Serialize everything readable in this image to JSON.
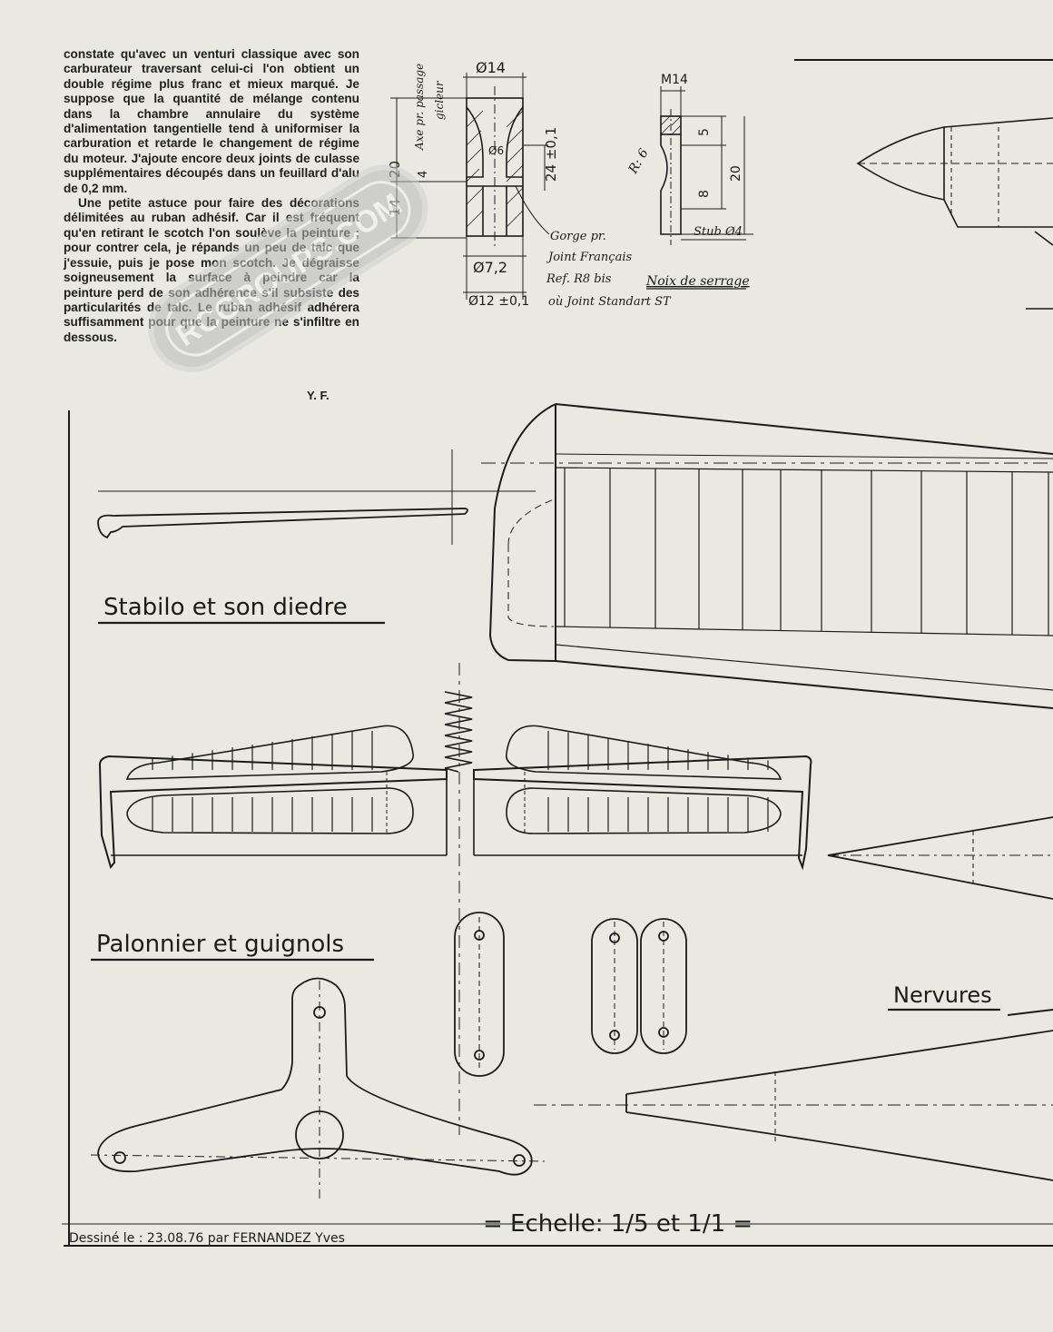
{
  "article": {
    "paragraphs": [
      "constate qu'avec un venturi classique avec son carburateur traversant celui-ci l'on obtient un double régime plus franc et mieux marqué. Je suppose que la quantité de mélange contenu dans la chambre annulaire du système d'alimentation tangentielle tend à uniformiser la carburation et retarde le changement de régime du moteur. J'ajoute encore deux joints de culasse supplémentaires découpés dans un feuillard d'alu de 0,2 mm.",
      "Une petite astuce pour faire des décorations délimitées au ruban adhésif. Car il est fréquent qu'en retirant le scotch l'on soulève la peinture ; pour contrer cela, je répands un peu de talc que j'essuie, puis je pose mon scotch. Je dégraisse soigneusement la surface à peindre car la peinture perd de son adhérence s'il subsiste des particularités de talc. Le ruban adhésif adhérera suffisamment pour que la peinture ne s'infiltre en dessous."
    ],
    "signature": "Y. F."
  },
  "drawing": {
    "titles": {
      "stabilo": "Stabilo et son diedre",
      "palonnier": "Palonnier et guignols",
      "nervures": "Nervures",
      "scale": "= Echelle: 1/5 et 1/1 ="
    },
    "credit": "Dessiné le : 23.08.76 par FERNANDEZ Yves",
    "gicleur_part": {
      "dim_top": "Ø14",
      "dim_mid": "Ø6",
      "dim_bottom_1": "Ø7,2",
      "dim_bottom_2": "Ø12 ±0,1",
      "dim_height_1": "20",
      "dim_height_2": "14",
      "dim_height_3": "4",
      "dim_thread": "24 ±0,1",
      "axis_label_1": "Axe pr. passage",
      "axis_label_2": "gicleur",
      "note_1": "Gorge pr.",
      "note_2": "Joint Français",
      "note_3": "Ref. R8 bis",
      "note_4": "où Joint Standart ST"
    },
    "noix_part": {
      "dim_top": "M14",
      "dim_radius": "R: 6",
      "dim_1": "5",
      "dim_2": "8",
      "dim_3": "20",
      "dim_stub": "Stub Ø4",
      "name": "Noix de serrage"
    }
  },
  "watermark": {
    "text": "RCGROUPS.COM"
  }
}
